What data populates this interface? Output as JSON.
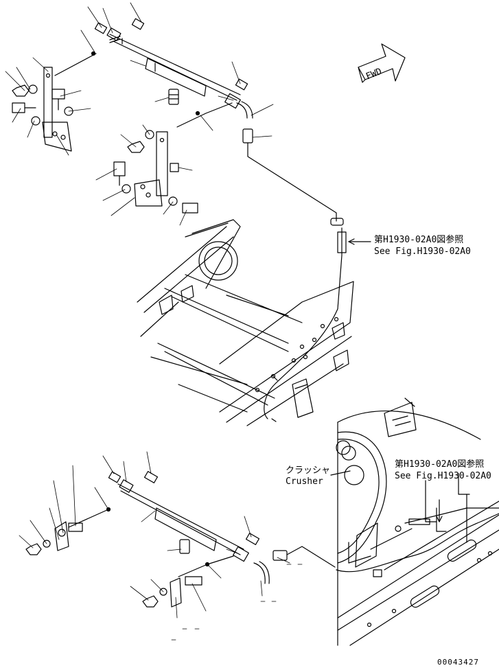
{
  "fwd_label": "FWD",
  "reference_upper": {
    "jp": "第H1930-02A0図参照",
    "en": "See Fig.H1930-02A0"
  },
  "reference_lower": {
    "jp": "第H1930-02A0図参照",
    "en": "See Fig.H1930-02A0"
  },
  "crusher_label": {
    "jp": "クラッシャ",
    "en": "Crusher"
  },
  "drawing_number": "00043427"
}
